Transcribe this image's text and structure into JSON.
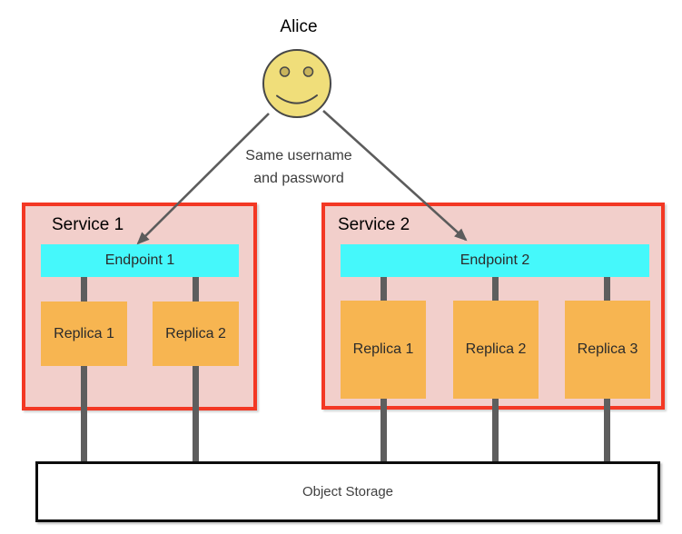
{
  "actor": {
    "label": "Alice"
  },
  "annotation": {
    "line1": "Same username",
    "line2": "and password"
  },
  "services": [
    {
      "name": "Service 1",
      "endpoint": "Endpoint 1",
      "replicas": [
        "Replica 1",
        "Replica 2"
      ]
    },
    {
      "name": "Service 2",
      "endpoint": "Endpoint 2",
      "replicas": [
        "Replica 1",
        "Replica 2",
        "Replica 3"
      ]
    }
  ],
  "storage": {
    "label": "Object Storage"
  },
  "colors": {
    "service_border": "#F33824",
    "service_fill": "#F2CFCB",
    "endpoint_fill": "#45F8FB",
    "replica_fill": "#F7B551",
    "connector": "#5E5E5E",
    "arrow": "#5C5C5C",
    "face_fill": "#F0DE7A",
    "storage_border": "#0D0D0D"
  }
}
